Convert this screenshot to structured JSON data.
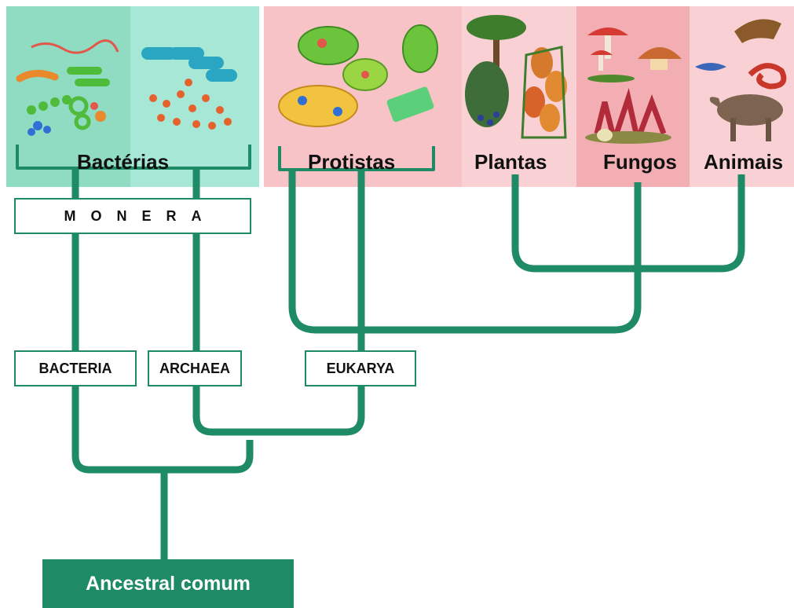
{
  "groups": {
    "bacterias": "Bactérias",
    "protistas": "Protistas",
    "plantas": "Plantas",
    "fungos": "Fungos",
    "animais": "Animais"
  },
  "monera": "MONERA",
  "domains": {
    "bacteria": "BACTERIA",
    "archaea": "ARCHAEA",
    "eukarya": "EUKARYA"
  },
  "root": "Ancestral comum",
  "colors": {
    "branch": "#1e8b66",
    "prokaryote_panel": "#a6e8d5",
    "prokaryote_panel_dark": "#8fdcc2",
    "eukaryote_panel": "#f7c3c6",
    "eukaryote_panel_dark": "#f3aeb3",
    "root_box": "#1e8b66"
  },
  "icons": [
    "bacteria-cells-icon",
    "archaea-cells-icon",
    "protist-cells-icon",
    "plants-icon",
    "fungi-icon",
    "animals-icon"
  ]
}
